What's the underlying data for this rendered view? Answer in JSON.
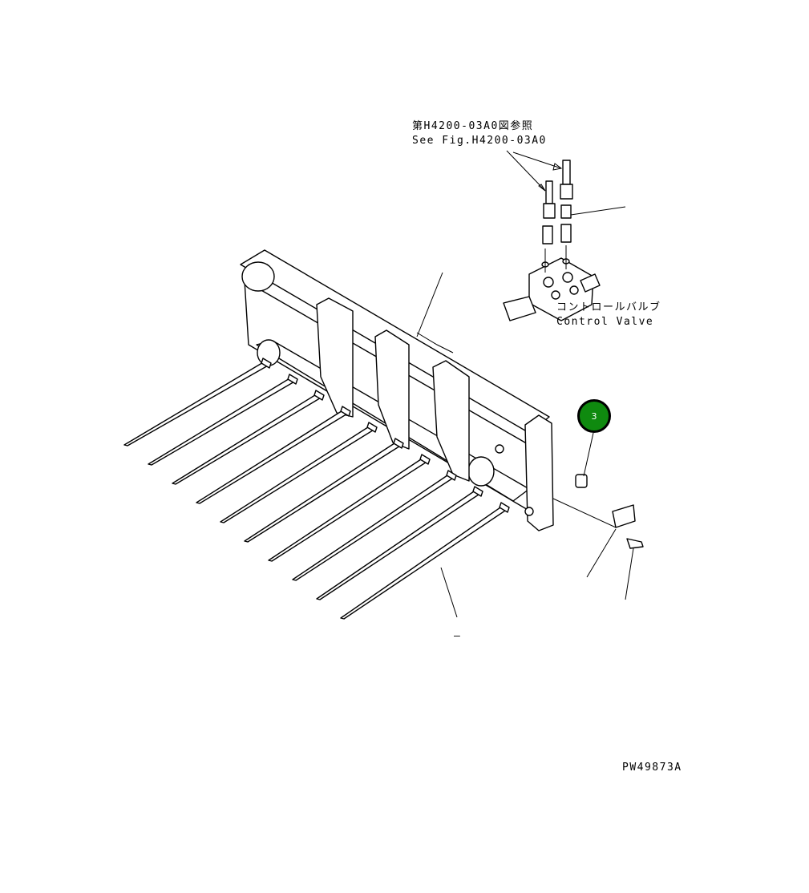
{
  "reference": {
    "line_jp": "第H4200-03A0図参照",
    "line_en": "See Fig.H4200-03A0"
  },
  "control_valve": {
    "label_jp": "コントロールバルブ",
    "label_en": "Control Valve"
  },
  "callouts": [
    {
      "number": "3",
      "color": "#0f8a0f"
    }
  ],
  "drawing_number": "PW49873A",
  "dash_mark": "–",
  "parts": {
    "tine_count": 10
  }
}
